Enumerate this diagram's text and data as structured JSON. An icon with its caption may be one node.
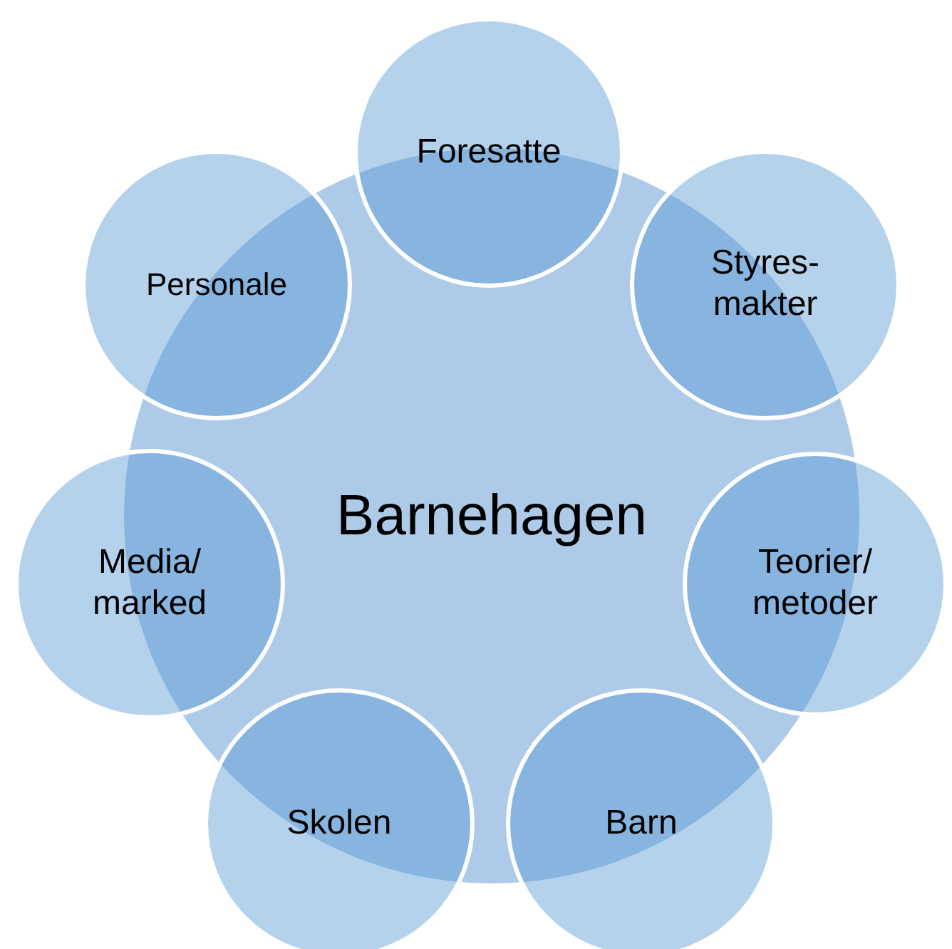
{
  "diagram": {
    "nodes": [
      {
        "text": [
          "Barnehagen"
        ]
      },
      {
        "text": [
          "Foresatte"
        ]
      },
      {
        "text": [
          "Styres- makter"
        ]
      },
      {
        "text": [
          "Teorier/ metoder"
        ]
      },
      {
        "text": [
          "Barn"
        ]
      },
      {
        "text": [
          "Skolen"
        ]
      },
      {
        "text": [
          "Media/ marked"
        ]
      },
      {
        "text": [
          "Personale"
        ]
      }
    ]
  }
}
